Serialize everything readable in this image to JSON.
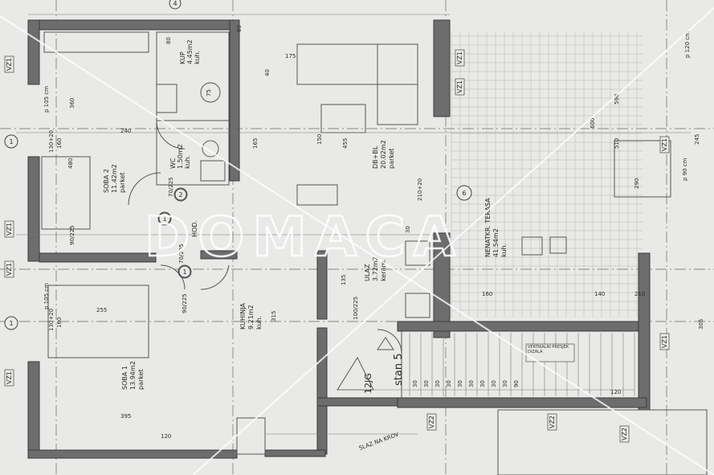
{
  "watermark": "DOMACA",
  "unit_label": "stan 5",
  "unit_code": "12JG",
  "axis_labels": [
    "1",
    "1",
    "6",
    "1",
    "2",
    "1",
    "4"
  ],
  "rooms": [
    {
      "key": "soba2",
      "name": "SOBA 2",
      "area": "11.42m2",
      "floor": "parket"
    },
    {
      "key": "soba1",
      "name": "SOBA 1",
      "area": "13.94m2",
      "floor": "parket"
    },
    {
      "key": "db",
      "name": "DB+BL",
      "area": "20.02m2",
      "floor": "parket"
    },
    {
      "key": "kuhinja",
      "name": "KUHINJA",
      "area": "9.21m2",
      "floor": "kuh."
    },
    {
      "key": "ulaz",
      "name": "ULAZ",
      "area": "3.72m2",
      "floor": "keram."
    },
    {
      "key": "terasa",
      "name": "NENATKR. TERASA",
      "area": "41.54m2",
      "floor": "kuh."
    },
    {
      "key": "kup",
      "name": "KUP",
      "area": "4.45m2",
      "floor": "kuh."
    },
    {
      "key": "wc",
      "name": "WC",
      "area": "1.50m2",
      "floor": "kuh."
    }
  ],
  "room_extra": {
    "hodnik": "HOD."
  },
  "door_tags": [
    "90/225",
    "90/225",
    "70/225",
    "100/225",
    "70/205"
  ],
  "wall_tags": [
    "VZ1",
    "VZ1",
    "VZ1",
    "VZ1",
    "VZ1",
    "VZ1",
    "VZ2",
    "VZ2",
    "VZ2",
    "VZ1",
    "VZ1"
  ],
  "dims": [
    "240",
    "480",
    "360",
    "255",
    "395",
    "175",
    "455",
    "165",
    "315",
    "590",
    "510",
    "290",
    "600",
    "305",
    "245",
    "160",
    "210",
    "140",
    "120",
    "75",
    "60",
    "80",
    "40",
    "30",
    "30",
    "30",
    "30",
    "30",
    "30",
    "30",
    "30",
    "30",
    "30",
    "90",
    "135",
    "120",
    "150"
  ],
  "window_tags": [
    "130+20",
    "160",
    "130+20",
    "160",
    "p 105 cm",
    "p 105 cm",
    "p 120 cm",
    "p 90 cm",
    "210+20"
  ],
  "stair_label": "SLAZ NA KROV",
  "stair_note": "VERTIKALNI PRESJEK DIZALA"
}
